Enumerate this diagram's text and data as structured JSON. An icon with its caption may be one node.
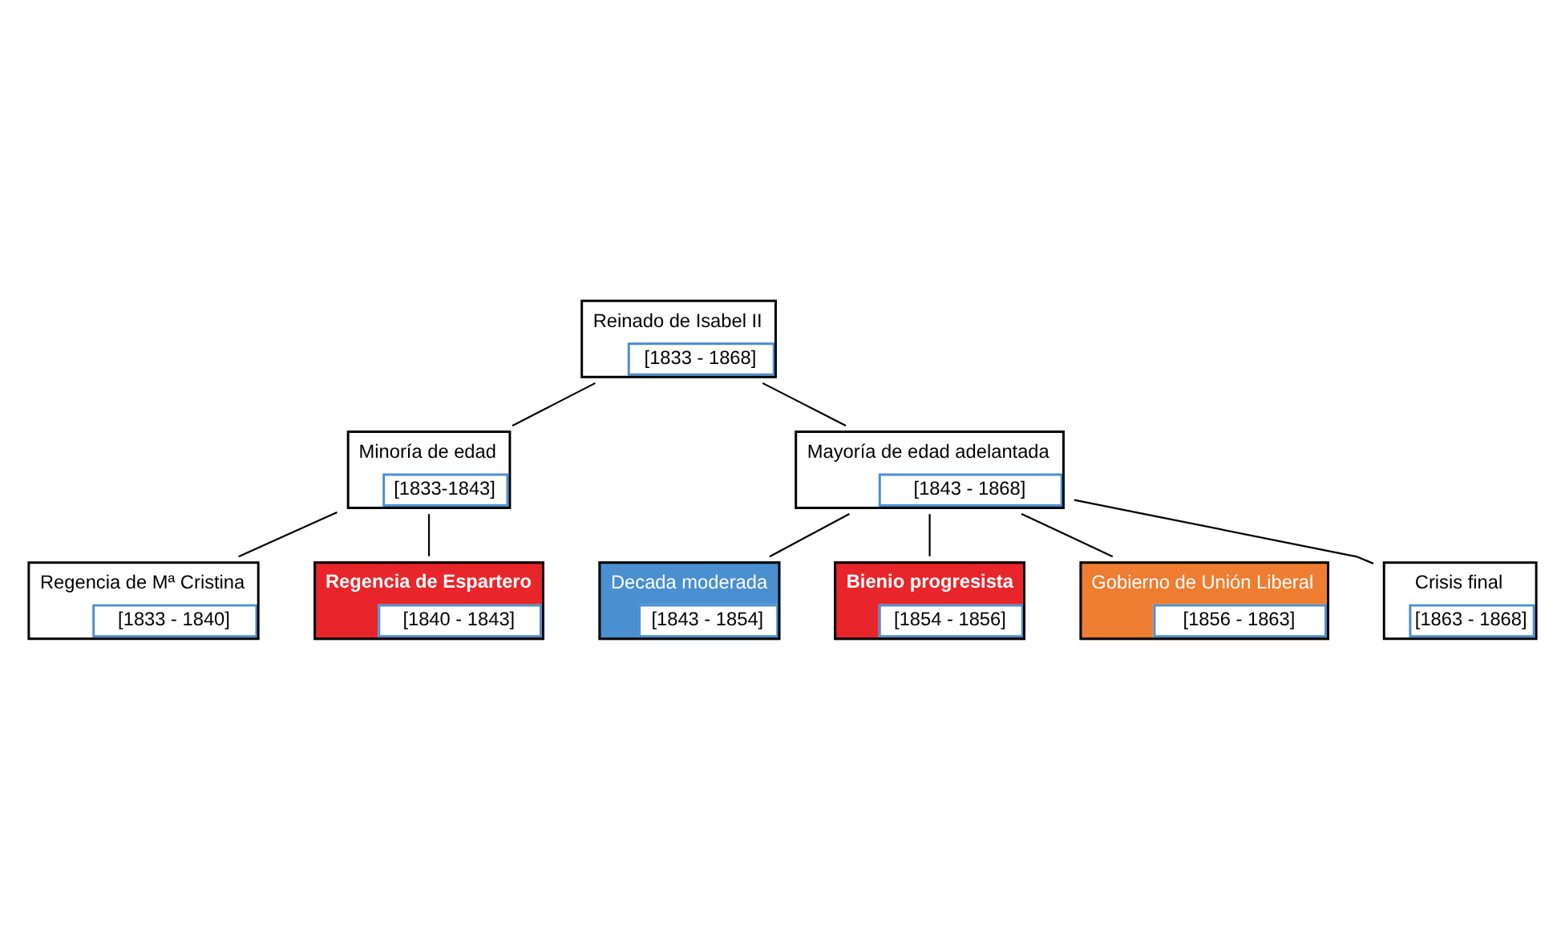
{
  "diagram": {
    "nodes": [
      {
        "text": [
          "Reinado de Isabel II",
          "[1833 - 1868]"
        ]
      },
      {
        "text": [
          "Minoría de edad",
          "[1833-1843]"
        ]
      },
      {
        "text": [
          "Mayoría de edad adelantada",
          "[1843 - 1868]"
        ]
      },
      {
        "text": [
          "Regencia de Mª Cristina",
          "[1833 - 1840]"
        ]
      },
      {
        "text": [
          "Regencia de Espartero",
          "[1840 - 1843]"
        ]
      },
      {
        "text": [
          "Decada moderada",
          "[1843 - 1854]"
        ]
      },
      {
        "text": [
          "Bienio progresista",
          "[1854 - 1856]"
        ]
      },
      {
        "text": [
          "Gobierno de Unión Liberal",
          "[1856 - 1863]"
        ]
      },
      {
        "text": [
          "Crisis final",
          "[1863 - 1868]"
        ]
      }
    ],
    "edges": [
      {
        "from": 0,
        "to": 1,
        "arrow": "none"
      },
      {
        "from": 0,
        "to": 2,
        "arrow": "none"
      },
      {
        "from": 1,
        "to": 3,
        "arrow": "none"
      },
      {
        "from": 1,
        "to": 4,
        "arrow": "none"
      },
      {
        "from": 2,
        "to": 5,
        "arrow": "none"
      },
      {
        "from": 2,
        "to": 6,
        "arrow": "none"
      },
      {
        "from": 2,
        "to": 7,
        "arrow": "none"
      },
      {
        "from": 2,
        "to": 8,
        "arrow": "none"
      }
    ]
  }
}
